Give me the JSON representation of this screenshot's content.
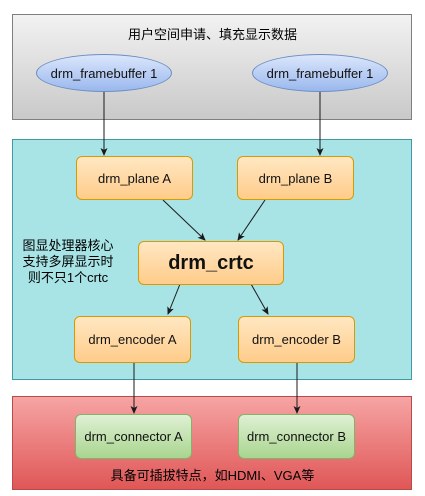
{
  "regions": {
    "top_title": "用户空间申请、填充显示数据",
    "bottom_caption": "具备可插拔特点，如HDMI、VGA等",
    "side_note": [
      "图显处理器核心",
      "支持多屏显示时",
      "则不只1个crtc"
    ]
  },
  "nodes": {
    "framebuffer_1": "drm_framebuffer 1",
    "framebuffer_2": "drm_framebuffer 1",
    "plane_a": "drm_plane A",
    "plane_b": "drm_plane B",
    "crtc": "drm_crtc",
    "encoder_a": "drm_encoder A",
    "encoder_b": "drm_encoder B",
    "connector_a": "drm_connector A",
    "connector_b": "drm_connector B"
  },
  "colors": {
    "user_space_region": "#d9d9d9",
    "core_region": "#a8e3e6",
    "output_region": "#ea6b66",
    "framebuffer_fill": "#b4c9f2",
    "plane_fill": "#ffd9a3",
    "connector_fill": "#c2e3ad"
  }
}
